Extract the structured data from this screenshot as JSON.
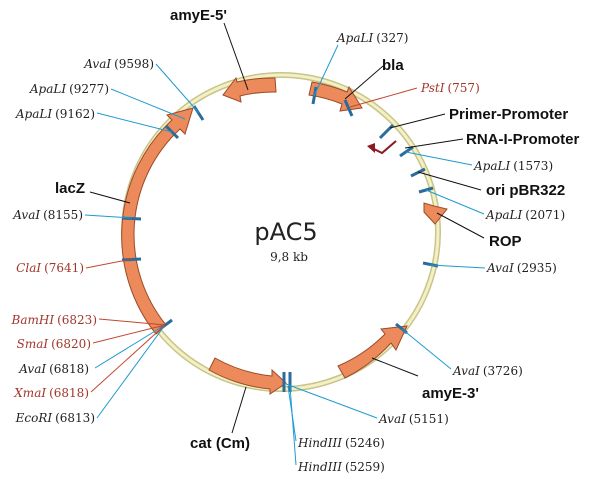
{
  "plasmid": {
    "name": "pAC5",
    "size": "9,8 kb"
  },
  "colors": {
    "backbone": "#f3f0c5",
    "backbone_edge": "#c9c48a",
    "gene": "#ec8a5c",
    "gene_edge": "#9c4a26",
    "site": "#2b6c9c",
    "blue_line": "#1f9bd0",
    "red_label": "#a3362a",
    "red_line": "#c0482d",
    "promoter": "#8a1a22"
  },
  "features": {
    "amyE5": "amyE-5'",
    "bla": "bla",
    "primer_promoter": "Primer-Promoter",
    "rna1_promoter": "RNA-I-Promoter",
    "ori": "ori pBR322",
    "rop": "ROP",
    "amyE3": "amyE-3'",
    "cat": "cat (Cm)",
    "lacZ": "lacZ"
  },
  "sites": {
    "apali_327": {
      "enzyme": "ApaLI",
      "pos": "(327)"
    },
    "psti_757": {
      "enzyme": "PstI",
      "pos": "(757)"
    },
    "apali_1573": {
      "enzyme": "ApaLI",
      "pos": "(1573)"
    },
    "apali_2071": {
      "enzyme": "ApaLI",
      "pos": "(2071)"
    },
    "avai_2935": {
      "enzyme": "AvaI",
      "pos": "(2935)"
    },
    "avai_3726": {
      "enzyme": "AvaI",
      "pos": "(3726)"
    },
    "avai_5151": {
      "enzyme": "AvaI",
      "pos": "(5151)"
    },
    "hind_5246": {
      "enzyme": "HindIII",
      "pos": "(5246)"
    },
    "hind_5259": {
      "enzyme": "HindIII",
      "pos": "(5259)"
    },
    "ecori_6813": {
      "enzyme": "EcoRI",
      "pos": "(6813)"
    },
    "xmai_6818": {
      "enzyme": "XmaI",
      "pos": "(6818)"
    },
    "avai_6818": {
      "enzyme": "AvaI",
      "pos": "(6818)"
    },
    "smai_6820": {
      "enzyme": "SmaI",
      "pos": "(6820)"
    },
    "bamhi_6823": {
      "enzyme": "BamHI",
      "pos": "(6823)"
    },
    "clai_7641": {
      "enzyme": "ClaI",
      "pos": "(7641)"
    },
    "avai_8155": {
      "enzyme": "AvaI",
      "pos": "(8155)"
    },
    "apali_9162": {
      "enzyme": "ApaLI",
      "pos": "(9162)"
    },
    "apali_9277": {
      "enzyme": "ApaLI",
      "pos": "(9277)"
    },
    "avai_9598": {
      "enzyme": "AvaI",
      "pos": "(9598)"
    }
  }
}
